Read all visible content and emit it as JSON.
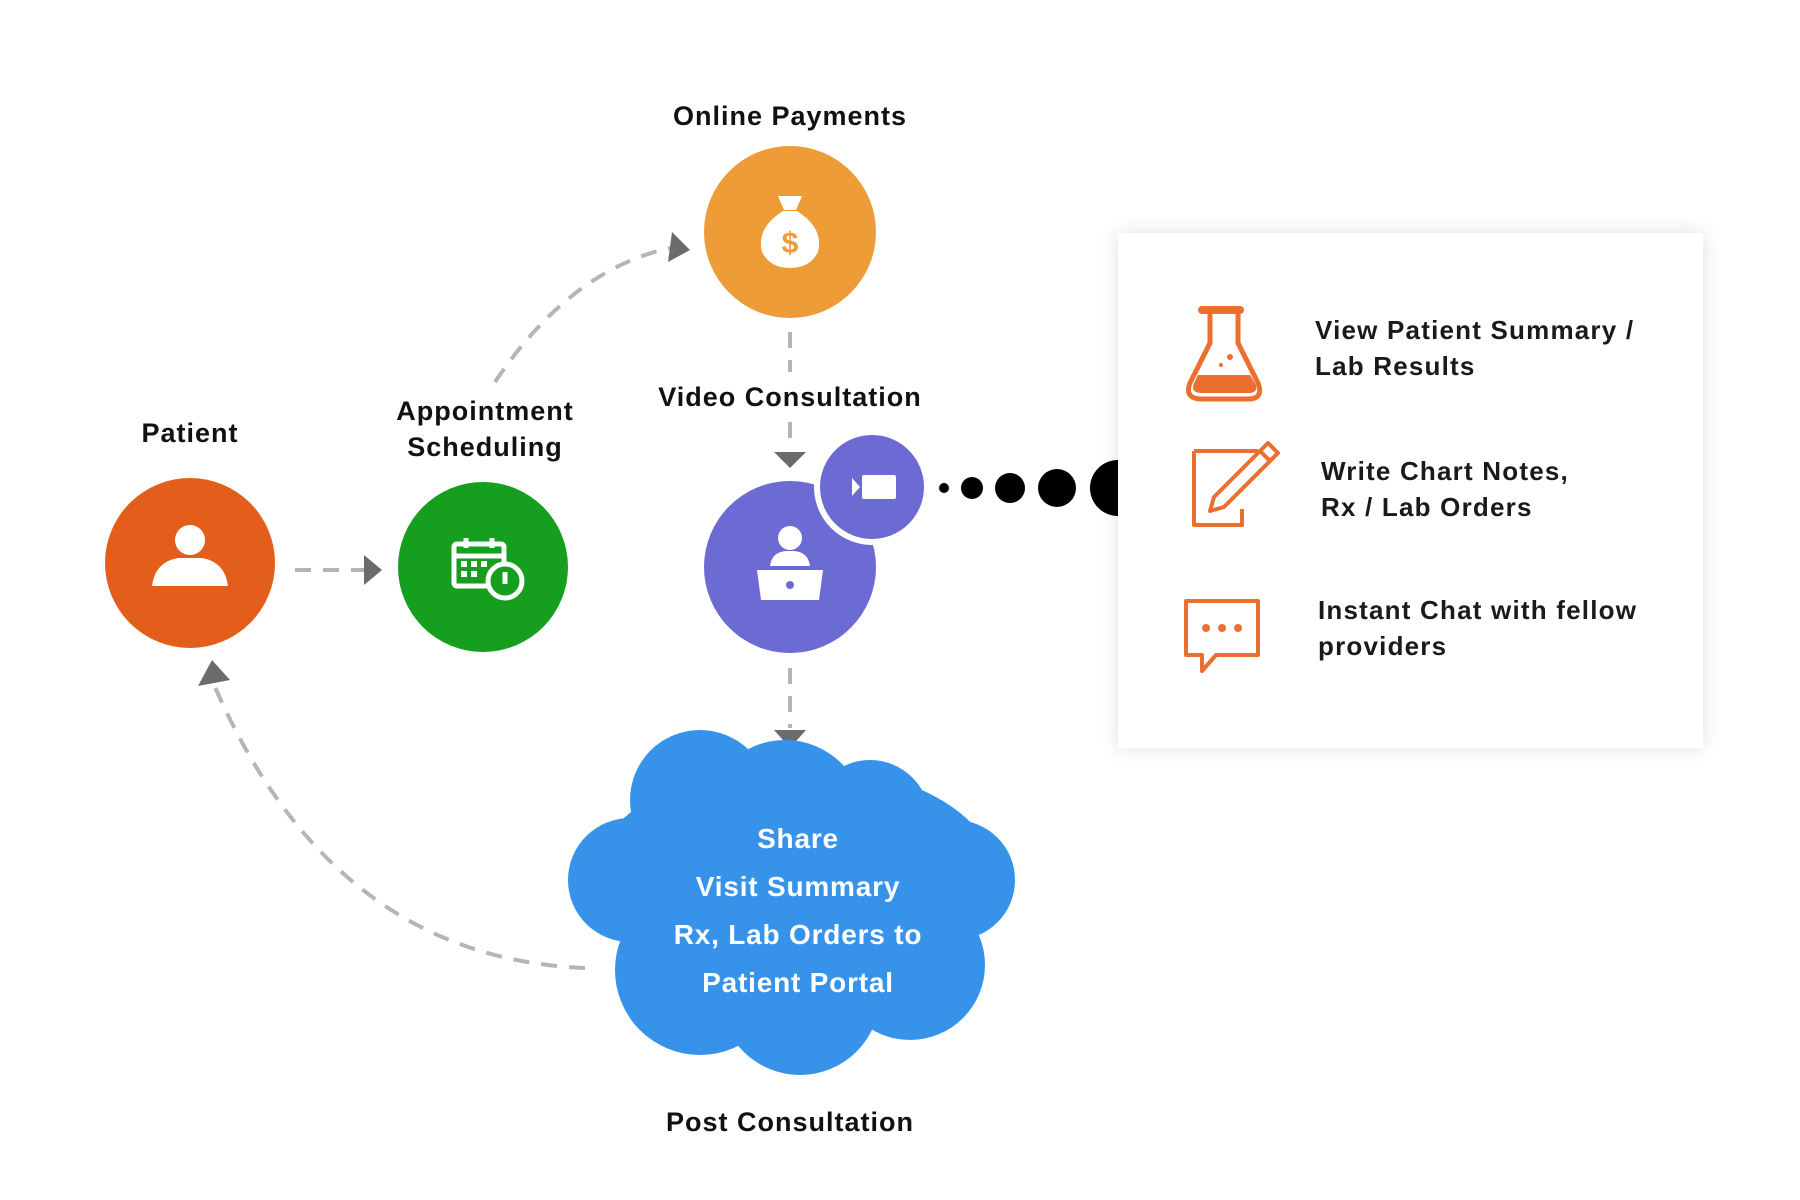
{
  "nodes": {
    "patient": {
      "label": "Patient",
      "color": "#E35E1B",
      "icon": "person-icon"
    },
    "appointment": {
      "label_line1": "Appointment",
      "label_line2": "Scheduling",
      "color": "#169E1E",
      "icon": "calendar-clock-icon"
    },
    "payments": {
      "label": "Online Payments",
      "color": "#ED9C38",
      "icon": "money-bag-icon"
    },
    "video": {
      "label": "Video Consultation",
      "color": "#6C6BD3",
      "icon": "doctor-laptop-icon",
      "badge_icon": "video-camera-icon"
    },
    "post": {
      "label": "Post Consultation",
      "color": "#3793EA",
      "cloud_lines": [
        "Share",
        "Visit Summary",
        "Rx, Lab Orders to",
        "Patient Portal"
      ]
    }
  },
  "panel": {
    "accent": "#EB6F2E",
    "items": [
      {
        "icon": "flask-icon",
        "line1": "View Patient Summary /",
        "line2": "Lab Results"
      },
      {
        "icon": "note-pencil-icon",
        "line1": "Write Chart Notes,",
        "line2": "Rx / Lab Orders"
      },
      {
        "icon": "chat-bubble-icon",
        "line1": "Instant Chat with fellow",
        "line2": "providers"
      }
    ]
  }
}
